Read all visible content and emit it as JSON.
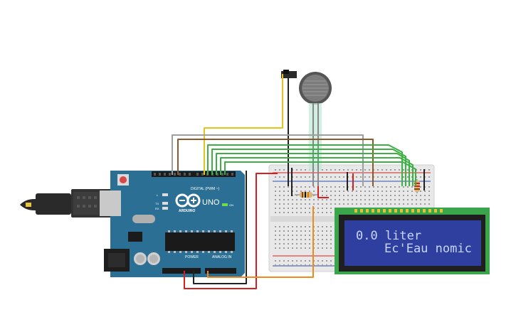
{
  "colors": {
    "arduino_board": "#2b6f95",
    "breadboard": "#e8e8e8",
    "lcd_pcb": "#3aa54a",
    "lcd_screen": "#2e3fa0",
    "lcd_text": "#c9d6ff",
    "wire_green": "#3cb043",
    "wire_yellow": "#e7c21c",
    "wire_brown": "#8b5a2b",
    "wire_gray": "#9e9e9e",
    "wire_red": "#d32020",
    "wire_black": "#222222",
    "wire_orange": "#f08a1c",
    "usb_cable": "#2a2a2a"
  },
  "arduino": {
    "brand": "ARDUINO",
    "model": "UNO",
    "digital_label": "DIGITAL (PWM ~)",
    "power_label": "POWER",
    "analog_label": "ANALOG IN",
    "on_label": "ON",
    "tx_label": "TX",
    "rx_label": "RX",
    "l_label": "L"
  },
  "lcd": {
    "line1": "0.0 liter",
    "line2": "Ec'Eau nomic"
  },
  "components": {
    "force_sensor": "force-sensitive-resistor",
    "slide_switch": "slide-switch",
    "resistor_1": "resistor",
    "resistor_2": "resistor"
  }
}
